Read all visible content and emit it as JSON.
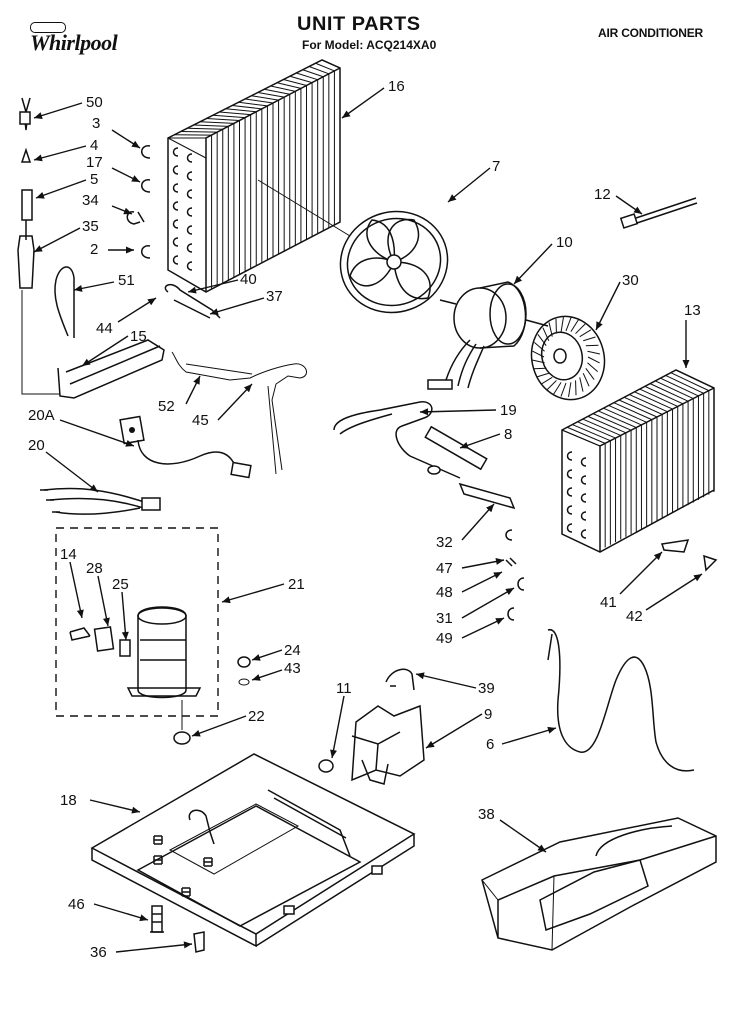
{
  "header": {
    "brand": "Whirlpool",
    "title": "UNIT PARTS",
    "model_line": "For Model: ACQ214XA0",
    "product": "AIR CONDITIONER"
  },
  "callouts": [
    {
      "id": "c50",
      "text": "50"
    },
    {
      "id": "c3",
      "text": "3"
    },
    {
      "id": "c4",
      "text": "4"
    },
    {
      "id": "c17",
      "text": "17"
    },
    {
      "id": "c5",
      "text": "5"
    },
    {
      "id": "c34",
      "text": "34"
    },
    {
      "id": "c35",
      "text": "35"
    },
    {
      "id": "c2",
      "text": "2"
    },
    {
      "id": "c51",
      "text": "51"
    },
    {
      "id": "c16",
      "text": "16"
    },
    {
      "id": "c7",
      "text": "7"
    },
    {
      "id": "c12",
      "text": "12"
    },
    {
      "id": "c10",
      "text": "10"
    },
    {
      "id": "c30",
      "text": "30"
    },
    {
      "id": "c13",
      "text": "13"
    },
    {
      "id": "c40",
      "text": "40"
    },
    {
      "id": "c37",
      "text": "37"
    },
    {
      "id": "c44",
      "text": "44"
    },
    {
      "id": "c15",
      "text": "15"
    },
    {
      "id": "c52",
      "text": "52"
    },
    {
      "id": "c45",
      "text": "45"
    },
    {
      "id": "c19",
      "text": "19"
    },
    {
      "id": "c8",
      "text": "8"
    },
    {
      "id": "c20A",
      "text": "20A"
    },
    {
      "id": "c20",
      "text": "20"
    },
    {
      "id": "c32",
      "text": "32"
    },
    {
      "id": "c47",
      "text": "47"
    },
    {
      "id": "c48",
      "text": "48"
    },
    {
      "id": "c31",
      "text": "31"
    },
    {
      "id": "c49",
      "text": "49"
    },
    {
      "id": "c41",
      "text": "41"
    },
    {
      "id": "c42",
      "text": "42"
    },
    {
      "id": "c14",
      "text": "14"
    },
    {
      "id": "c28",
      "text": "28"
    },
    {
      "id": "c25",
      "text": "25"
    },
    {
      "id": "c21",
      "text": "21"
    },
    {
      "id": "c24",
      "text": "24"
    },
    {
      "id": "c43",
      "text": "43"
    },
    {
      "id": "c22",
      "text": "22"
    },
    {
      "id": "c11",
      "text": "11"
    },
    {
      "id": "c39",
      "text": "39"
    },
    {
      "id": "c9",
      "text": "9"
    },
    {
      "id": "c6",
      "text": "6"
    },
    {
      "id": "c18",
      "text": "18"
    },
    {
      "id": "c38",
      "text": "38"
    },
    {
      "id": "c46",
      "text": "46"
    },
    {
      "id": "c36",
      "text": "36"
    }
  ]
}
